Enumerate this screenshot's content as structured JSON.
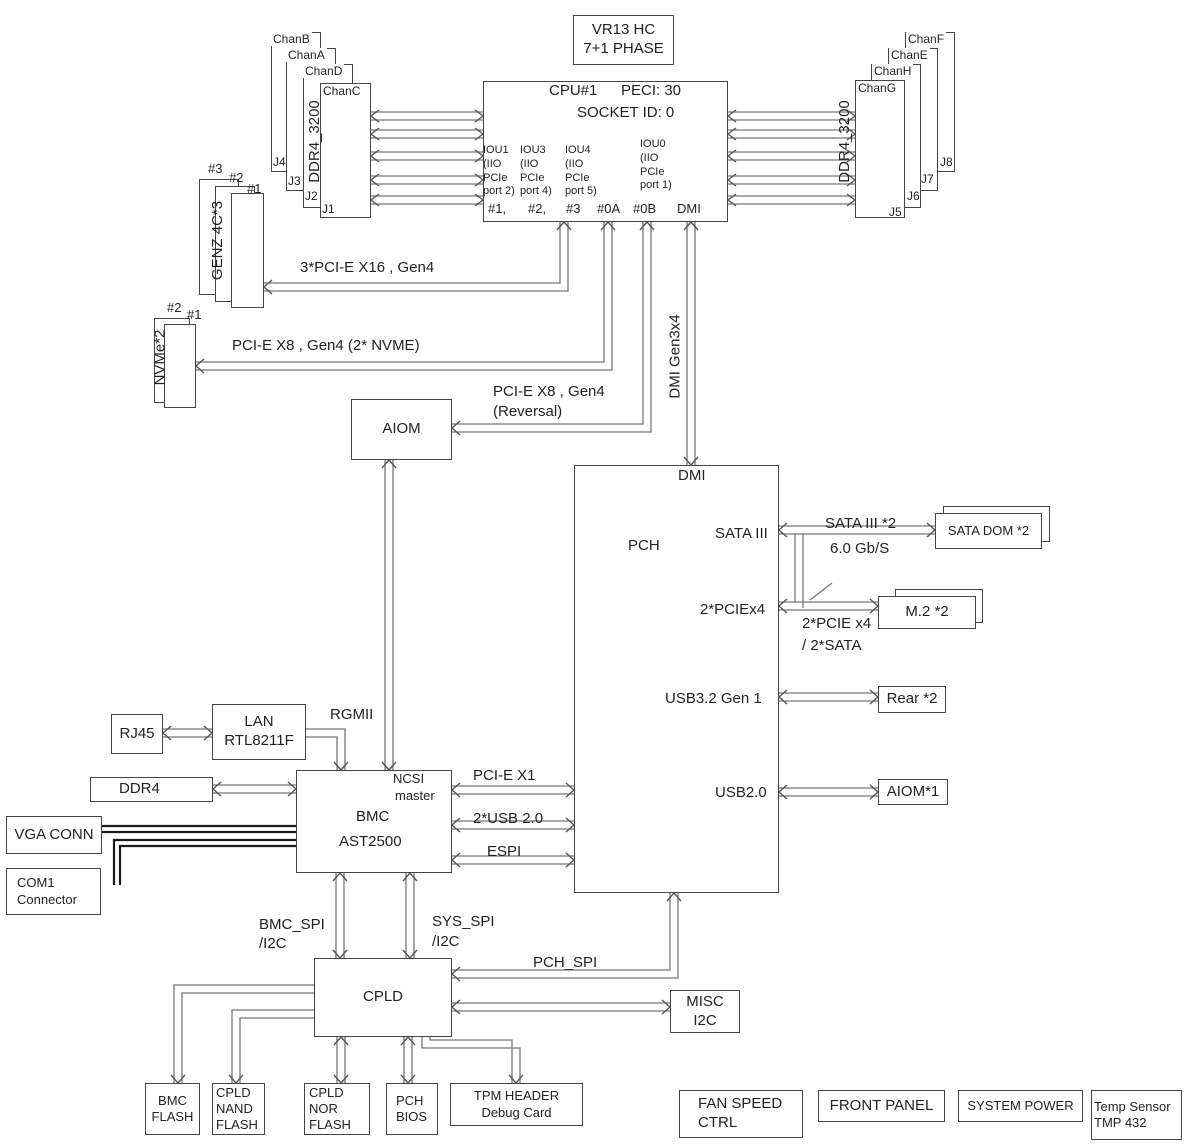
{
  "vr": {
    "line1": "VR13 HC",
    "line2": "7+1 PHASE"
  },
  "cpu": {
    "title": "CPU#1",
    "peci": "PECI: 30",
    "socket": "SOCKET ID: 0",
    "iou1": [
      "IOU1",
      "(IIO",
      "PCIe",
      "port 2)"
    ],
    "iou3": [
      "IOU3",
      "(IIO",
      "PCIe",
      "port 4)"
    ],
    "iou4": [
      "IOU4",
      "(IIO",
      "PCIe",
      "port 5)"
    ],
    "iou0": [
      "IOU0",
      "(IIO",
      "PCIe",
      "port 1)"
    ],
    "p1": "#1,",
    "p2": "#2,",
    "p3": "#3",
    "p0a": "#0A",
    "p0b": "#0B",
    "dmi": "DMI"
  },
  "dimm_left": {
    "channels": [
      "ChanB",
      "ChanA",
      "ChanD",
      "ChanC"
    ],
    "slots": [
      "J4",
      "J3",
      "J2",
      "J1"
    ],
    "label": "DDR4_3200"
  },
  "dimm_right": {
    "channels": [
      "ChanF",
      "ChanE",
      "ChanH",
      "ChanG"
    ],
    "slots": [
      "J8",
      "J7",
      "J6",
      "J5"
    ],
    "label": "DDR4_3200"
  },
  "genz": {
    "label": "GENZ 4C*3",
    "n3": "#3",
    "n2": "#2",
    "n1": "#1"
  },
  "nvme": {
    "label": "NVMe*2",
    "n2": "#2",
    "n1": "#1"
  },
  "links": {
    "pcie_x16": "3*PCI-E X16 , Gen4",
    "pcie_x8_nvme": "PCI-E X8 , Gen4 (2* NVME)",
    "pcie_x8_rev1": "PCI-E X8 , Gen4",
    "pcie_x8_rev2": "(Reversal)",
    "dmi_gen": "DMI Gen3x4",
    "sata_x2": "SATA III *2",
    "sata_speed": "6.0 Gb/S",
    "pcie_sata1": "2*PCIE x4",
    "pcie_sata2": "/ 2*SATA",
    "rgmii": "RGMII",
    "pcie_x1": "PCI-E X1",
    "usb2": "2*USB 2.0",
    "espi": "ESPI",
    "bmc_spi1": "BMC_SPI",
    "bmc_spi2": "/I2C",
    "sys_spi1": "SYS_SPI",
    "sys_spi2": "/I2C",
    "pch_spi": "PCH_SPI"
  },
  "aiom": "AIOM",
  "pch": {
    "title": "PCH",
    "dmi": "DMI",
    "sata": "SATA III",
    "pciex4": "2*PCIEx4",
    "usb32": "USB3.2 Gen 1",
    "usb20": "USB2.0"
  },
  "periph": {
    "sata_dom": "SATA DOM *2",
    "m2": "M.2 *2",
    "rear": "Rear *2",
    "aiom1": "AIOM*1"
  },
  "lan": {
    "line1": "LAN",
    "line2": "RTL8211F"
  },
  "rj45": "RJ45",
  "ddr4": "DDR4",
  "vga": "VGA CONN",
  "com1": {
    "line1": "COM1",
    "line2": "Connector"
  },
  "bmc": {
    "line1": "BMC",
    "line2": "AST2500",
    "ncsi1": "NCSI",
    "ncsi2": "master"
  },
  "cpld": "CPLD",
  "misc": {
    "line1": "MISC",
    "line2": "I2C"
  },
  "bottom": {
    "bmc_flash": [
      "BMC",
      "FLASH"
    ],
    "cpld_nand": [
      "CPLD",
      "NAND",
      "FLASH"
    ],
    "cpld_nor": [
      "CPLD",
      "NOR",
      "FLASH"
    ],
    "pch_bios": [
      "PCH",
      "BIOS"
    ],
    "tpm": [
      "TPM HEADER",
      "Debug Card"
    ]
  },
  "footer": {
    "fan": [
      "FAN SPEED",
      "CTRL"
    ],
    "front": "FRONT PANEL",
    "power": "SYSTEM POWER",
    "temp": [
      "Temp Sensor",
      "TMP 432"
    ]
  }
}
